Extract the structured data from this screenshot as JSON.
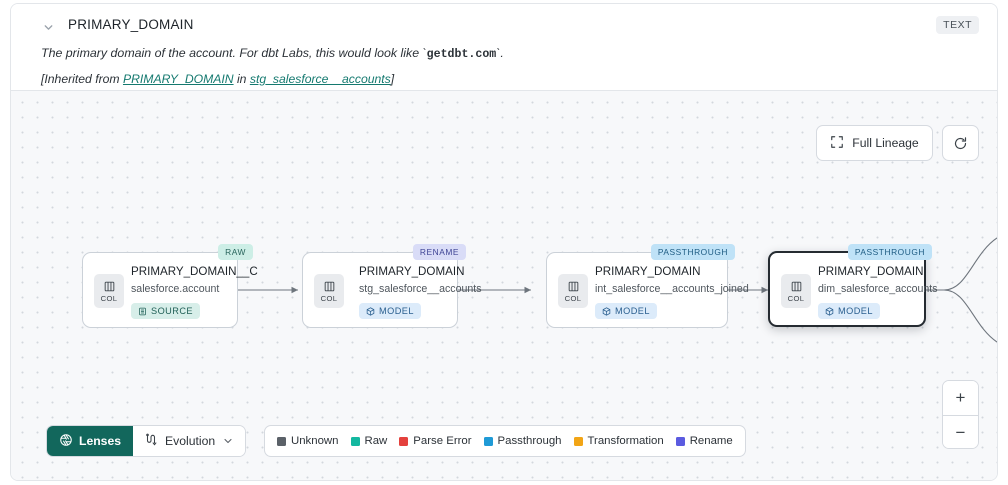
{
  "header": {
    "chevron_icon": "chevron-down-icon",
    "title": "PRIMARY_DOMAIN",
    "type_badge": "TEXT",
    "description_prefix": "The primary domain of the account. For dbt Labs, this would look like `",
    "description_code": "getdbt.com",
    "description_suffix": "`.",
    "inherited_prefix": "[Inherited from ",
    "inherited_link1": "PRIMARY_DOMAIN",
    "inherited_mid": " in ",
    "inherited_link2": "stg_salesforce__accounts",
    "inherited_suffix": "]"
  },
  "controls": {
    "full_lineage_label": "Full Lineage",
    "full_lineage_icon": "expand-corners-icon",
    "reset_icon": "refresh-icon",
    "zoom_in_label": "+",
    "zoom_out_label": "−"
  },
  "graph": {
    "nodes": [
      {
        "pill": "RAW",
        "pill_bg": "#cdeee6",
        "pill_color": "#28645b",
        "col_label": "COL",
        "name": "PRIMARY_DOMAIN__C",
        "table": "salesforce.account",
        "kind_badge": "SOURCE",
        "kind_icon": "database-icon",
        "kind_bg": "#d7eee9",
        "kind_color": "#216057",
        "selected": false
      },
      {
        "pill": "RENAME",
        "pill_bg": "#d9dcf7",
        "pill_color": "#3f4595",
        "col_label": "COL",
        "name": "PRIMARY_DOMAIN",
        "table": "stg_salesforce__accounts",
        "kind_badge": "MODEL",
        "kind_icon": "cube-icon",
        "kind_bg": "#dcebfa",
        "kind_color": "#2a5f8f",
        "selected": false
      },
      {
        "pill": "PASSTHROUGH",
        "pill_bg": "#bfe2f7",
        "pill_color": "#1d5b82",
        "col_label": "COL",
        "name": "PRIMARY_DOMAIN",
        "table": "int_salesforce__accounts_joined",
        "kind_badge": "MODEL",
        "kind_icon": "cube-icon",
        "kind_bg": "#dcebfa",
        "kind_color": "#2a5f8f",
        "selected": false
      },
      {
        "pill": "PASSTHROUGH",
        "pill_bg": "#bfe2f7",
        "pill_color": "#1d5b82",
        "col_label": "COL",
        "name": "PRIMARY_DOMAIN",
        "table": "dim_salesforce_accounts",
        "kind_badge": "MODEL",
        "kind_icon": "cube-icon",
        "kind_bg": "#dcebfa",
        "kind_color": "#2a5f8f",
        "selected": true
      }
    ]
  },
  "bottom": {
    "lenses_label": "Lenses",
    "lenses_icon": "aperture-icon",
    "evolution_label": "Evolution",
    "evolution_icon": "flow-branch-icon",
    "evolution_chevron": "chevron-down-icon",
    "legend": [
      {
        "label": "Unknown",
        "color": "#5b6168"
      },
      {
        "label": "Raw",
        "color": "#14b8a0"
      },
      {
        "label": "Parse Error",
        "color": "#e4413d"
      },
      {
        "label": "Passthrough",
        "color": "#1f9ad6"
      },
      {
        "label": "Transformation",
        "color": "#f2a516"
      },
      {
        "label": "Rename",
        "color": "#5b5be0"
      }
    ]
  }
}
